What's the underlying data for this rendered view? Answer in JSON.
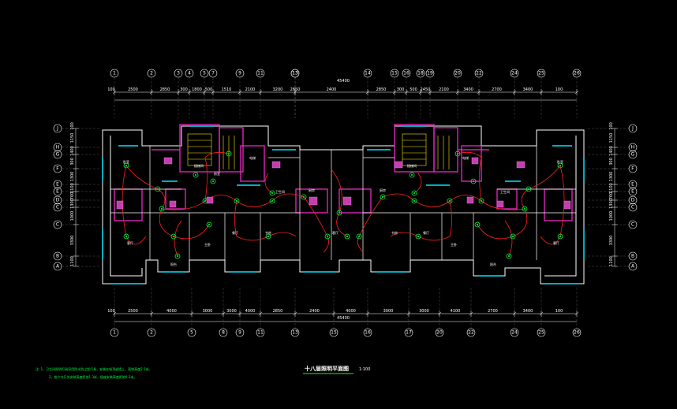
{
  "drawing": {
    "title": "十八层照明平面图",
    "scale": "1:100",
    "notes": [
      "注: 1、卫生间照明灯具采用防水防尘型灯具，安装在吸顶或墙上，离地高度2.5米。",
      "2、各户内开关安装高度距地1.3米，插座安装高度距地0.3米。"
    ],
    "total_dim_top": "45400",
    "total_dim_bottom": "45400"
  },
  "axes": {
    "top": [
      "1",
      "2",
      "3",
      "4",
      "5",
      "7",
      "9",
      "11",
      "13",
      "13",
      "14",
      "15",
      "16",
      "18",
      "19",
      "20",
      "22",
      "24",
      "25",
      "26"
    ],
    "bottom": [
      "1",
      "2",
      "5",
      "8",
      "9",
      "11",
      "13",
      "15",
      "16",
      "17",
      "20",
      "22",
      "24",
      "25",
      "26"
    ],
    "left": [
      "J",
      "H",
      "G",
      "F",
      "E",
      "E",
      "D",
      "C",
      "C",
      "B",
      "A"
    ],
    "right": [
      "J",
      "H",
      "G",
      "F",
      "E",
      "E",
      "D",
      "C",
      "C",
      "B",
      "A"
    ]
  },
  "dims": {
    "top": [
      "100",
      "2500",
      "2850",
      "300",
      "1800",
      "500",
      "1510",
      "2100",
      "3200",
      "2850",
      "2400",
      "2850",
      "300",
      "500",
      "2450",
      "2100",
      "3400",
      "2700",
      "3400",
      "100"
    ],
    "bottom": [
      "100",
      "2500",
      "4000",
      "3000",
      "3000",
      "4000",
      "2850",
      "2400",
      "4000",
      "3000",
      "3000",
      "4100",
      "2700",
      "3400",
      "100"
    ],
    "left": [
      "100",
      "1150",
      "1400",
      "300",
      "1300",
      "1100",
      "700",
      "1300",
      "1000",
      "3300",
      "1100"
    ],
    "right": [
      "100",
      "1150",
      "1400",
      "300",
      "1300",
      "1100",
      "700",
      "1300",
      "1000",
      "3300",
      "1100"
    ]
  },
  "rooms": {
    "bedroom_left": "卧室",
    "living": "客厅",
    "kitchen": "厨房",
    "bath": "卫生间",
    "balcony": "阳台",
    "stair": "楼梯间",
    "elevator": "电梯",
    "hall": "前室",
    "dining": "餐厅",
    "study": "书房",
    "bedroom_right": "卧室",
    "bedroom2": "主卧"
  }
}
